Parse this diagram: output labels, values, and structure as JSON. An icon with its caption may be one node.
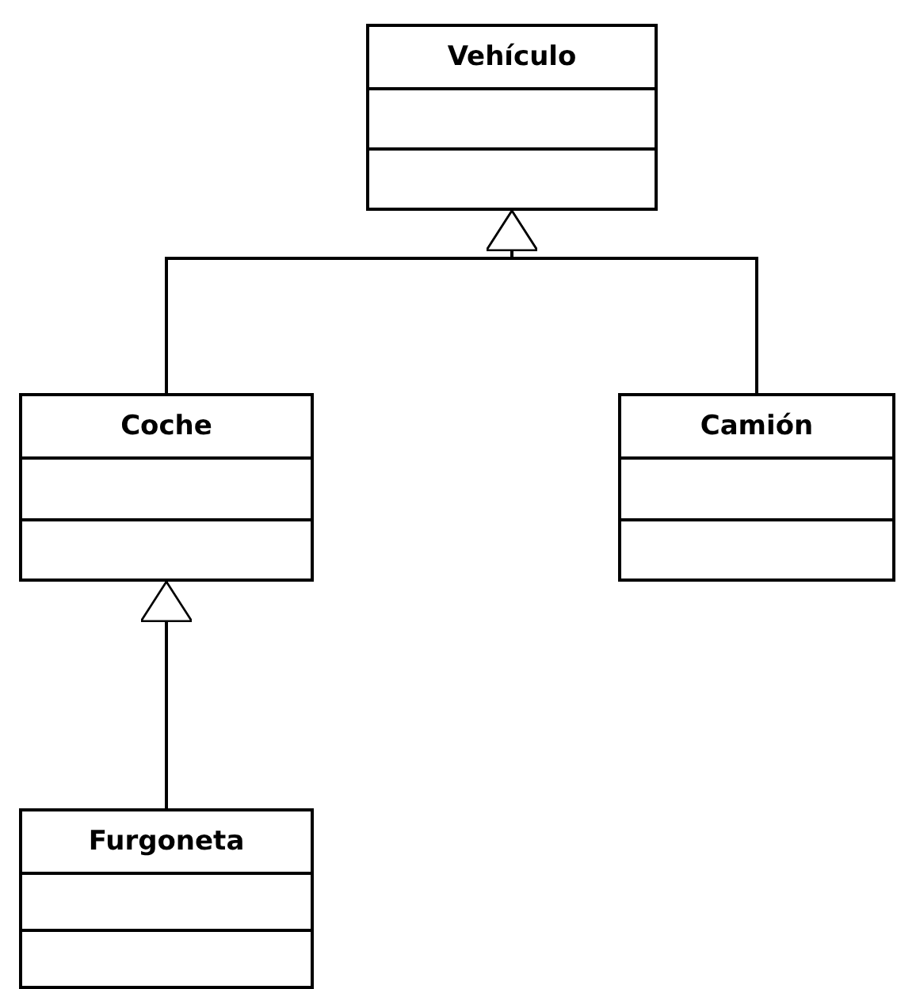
{
  "diagram": {
    "nodes": [
      {
        "text": [
          "Vehículo"
        ]
      },
      {
        "text": [
          "Coche"
        ]
      },
      {
        "text": [
          "Camión"
        ]
      },
      {
        "text": [
          "Furgoneta"
        ]
      }
    ],
    "edges": [
      {
        "from": 1,
        "to": 0,
        "arrow": "to"
      },
      {
        "from": 2,
        "to": 0,
        "arrow": "to"
      },
      {
        "from": 3,
        "to": 1,
        "arrow": "to"
      }
    ]
  }
}
